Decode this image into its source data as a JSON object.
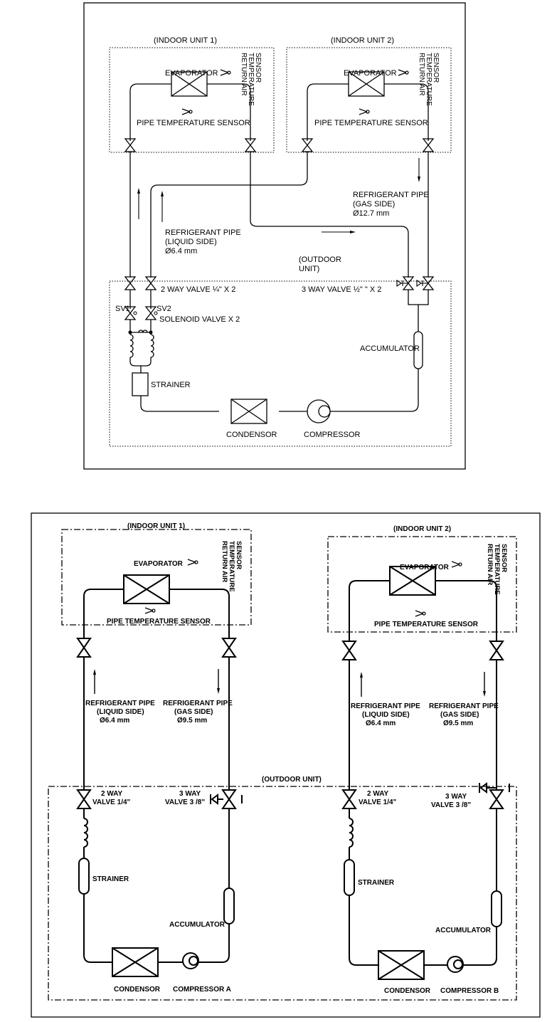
{
  "diagram1": {
    "indoor1_title": "(INDOOR UNIT 1)",
    "indoor2_title": "(INDOOR UNIT 2)",
    "evaporator": "EVAPORATOR",
    "return_air_sensor": [
      "RETURN AIR",
      "TEMPERATURE",
      "SENSOR"
    ],
    "pipe_temp_sensor": "PIPE TEMPERATURE SENSOR",
    "gas_pipe": [
      "REFRIGERANT PIPE",
      "(GAS SIDE)",
      "Ø12.7 mm"
    ],
    "liquid_pipe": [
      "REFRIGERANT PIPE",
      "(LIQUID SIDE)",
      "Ø6.4 mm"
    ],
    "outdoor_title": [
      "(OUTDOOR",
      "UNIT)"
    ],
    "two_way_valve": "2 WAY VALVE ¼\" X 2",
    "three_way_valve": "3 WAY VALVE ½\" \" X 2",
    "sv1": "SV1",
    "sv2": "SV2",
    "solenoid_valve": "SOLENOID VALVE X 2",
    "accumulator": "ACCUMULATOR",
    "strainer": "STRAINER",
    "condensor": "CONDENSOR",
    "compressor": "COMPRESSOR"
  },
  "diagram2": {
    "indoor1_title": "(INDOOR UNIT 1)",
    "indoor2_title": "(INDOOR UNIT 2)",
    "evaporator": "EVAPORATOR",
    "return_air_sensor": [
      "RETURN AIR",
      "TEMPERATURE",
      "SENSOR"
    ],
    "pipe_temp_sensor": "PIPE TEMPERATURE SENSOR",
    "liquid_pipe": [
      "REFRIGERANT PIPE",
      "(LIQUID SIDE)",
      "Ø6.4 mm"
    ],
    "gas_pipe": [
      "REFRIGERANT PIPE",
      "(GAS SIDE)",
      "Ø9.5 mm"
    ],
    "outdoor_title": "(OUTDOOR UNIT)",
    "two_way_valve": [
      "2 WAY",
      "VALVE 1/4\""
    ],
    "three_way_valve": [
      "3 WAY",
      "VALVE 3 /8\""
    ],
    "strainer": "STRAINER",
    "accumulator": "ACCUMULATOR",
    "condensor": "CONDENSOR",
    "compressor_a": "COMPRESSOR A",
    "compressor_b": "COMPRESSOR B"
  }
}
